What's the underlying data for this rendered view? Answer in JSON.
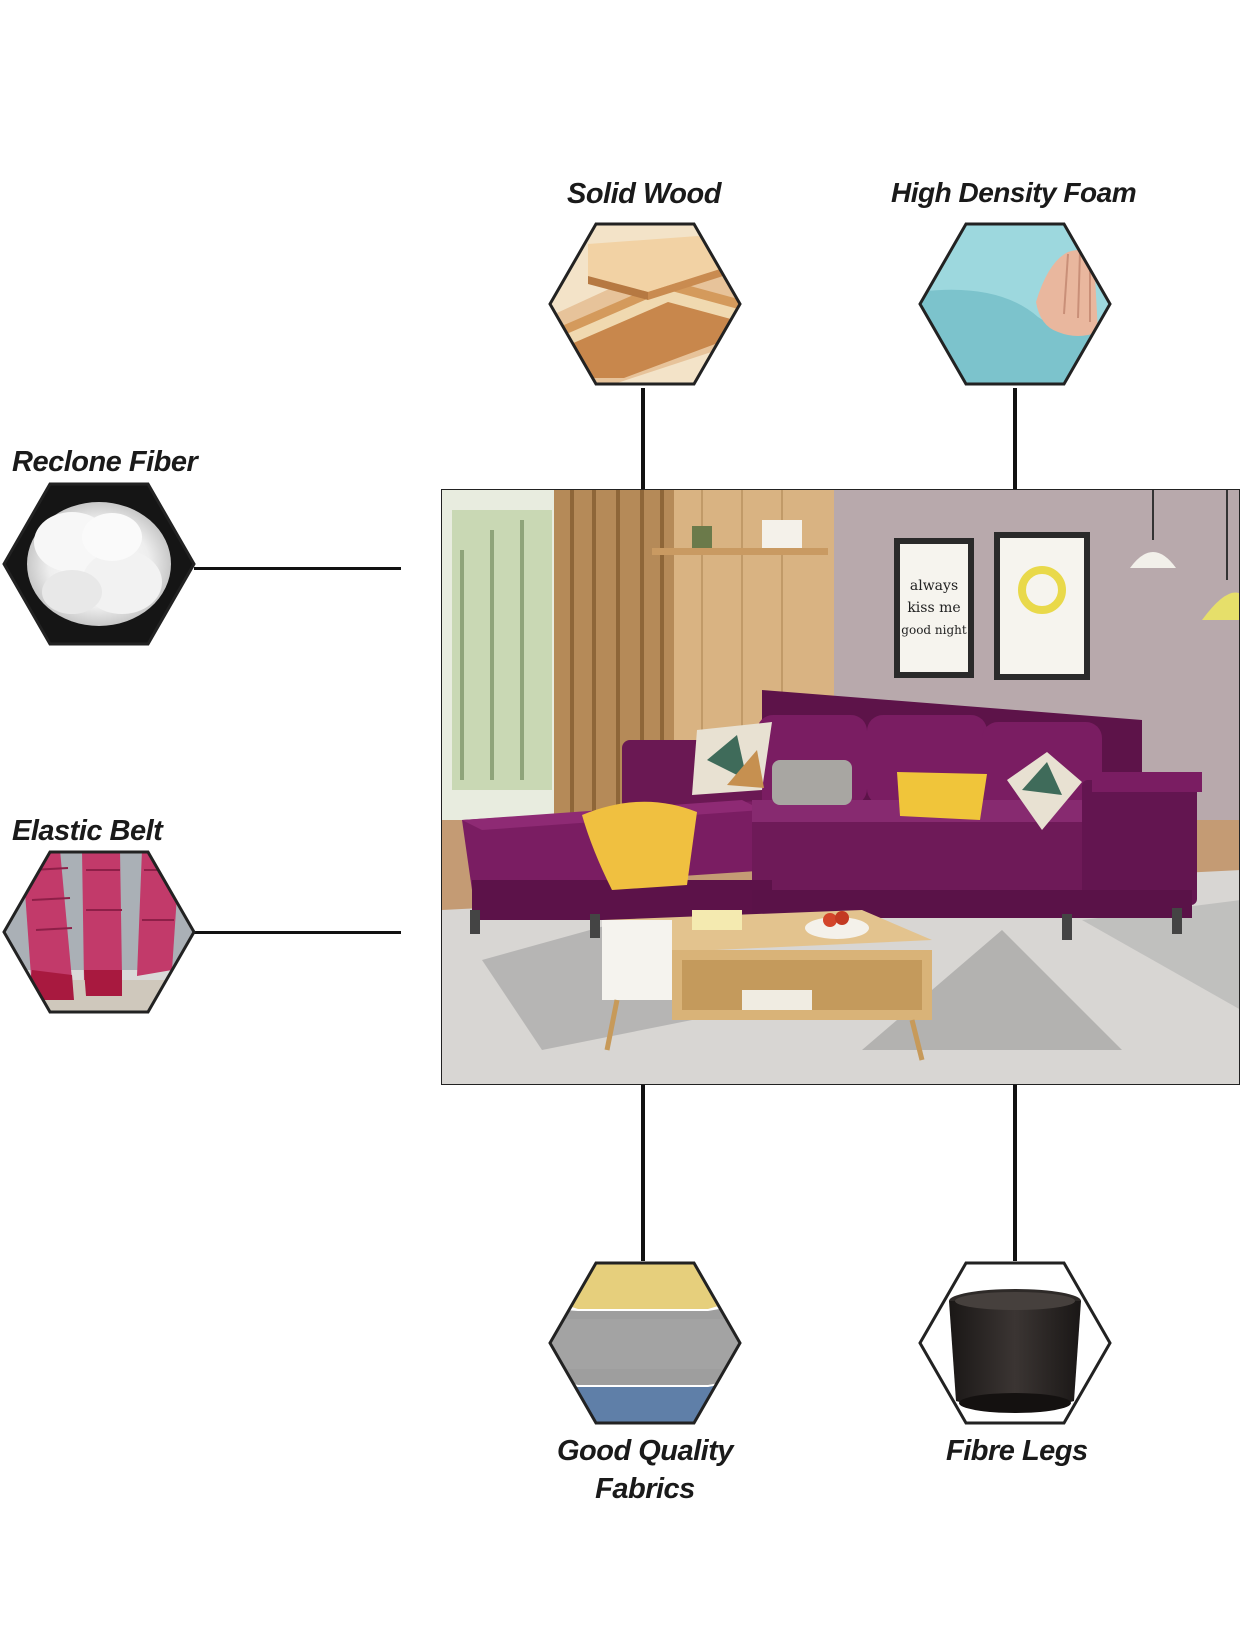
{
  "features": {
    "solid_wood": "Solid Wood",
    "high_density_foam": "High Density Foam",
    "reclone_fiber": "Reclone Fiber",
    "elastic_belt": "Elastic Belt",
    "good_quality_fabrics_line1": "Good Quality",
    "good_quality_fabrics_line2": "Fabrics",
    "fibre_legs": "Fibre Legs"
  },
  "room_wall_art": {
    "left_line1": "always",
    "left_line2": "kiss me",
    "left_line3": "good night"
  },
  "colors": {
    "sofa": "#6e1a58",
    "foam": "#8fd0d8",
    "wood": "#d8a66a",
    "belt": "#c23a6a",
    "leg": "#2a2624"
  }
}
